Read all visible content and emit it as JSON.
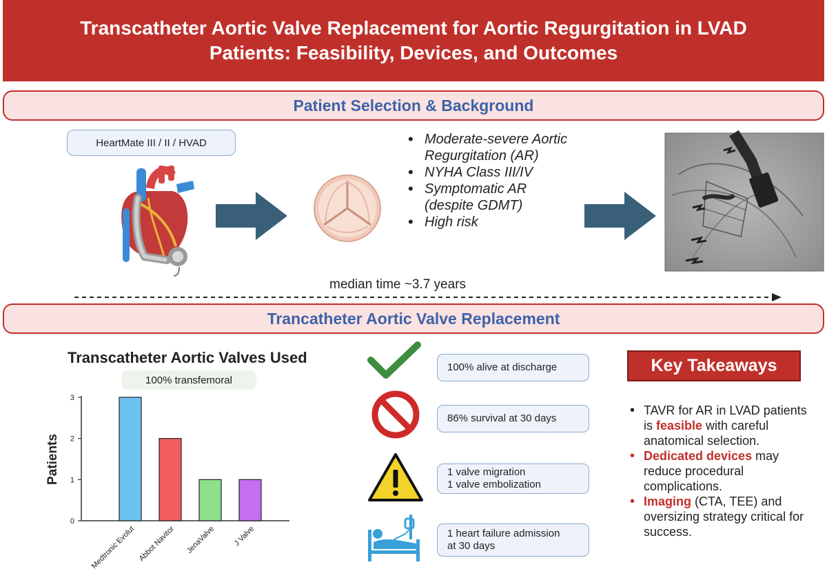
{
  "title": {
    "line1": "Transcatheter Aortic Valve Replacement for Aortic Regurgitation in LVAD",
    "line2": "Patients: Feasibility, Devices, and Outcomes"
  },
  "section1": {
    "heading": "Patient Selection & Background",
    "device_label": "HeartMate III / II / HVAD",
    "criteria": [
      "Moderate-severe Aortic Regurgitation (AR)",
      "NYHA Class III/IV",
      "Symptomatic AR (despite GDMT)",
      "High risk"
    ],
    "timeline": "median time ~3.7 years"
  },
  "section2": {
    "heading": "Trancatheter Aortic Valve Replacement"
  },
  "chart_data": {
    "type": "bar",
    "title": "Transcatheter Aortic Valves Used",
    "subtitle": "100% transfemoral",
    "ylabel": "Patients",
    "categories": [
      "Medtronic Evolut",
      "Abbot Navitor",
      "JenaValve",
      "J Valve"
    ],
    "values": [
      3,
      2,
      1,
      1
    ],
    "colors": [
      "#6ec2f2",
      "#f25e5e",
      "#8ee08e",
      "#c46ef0"
    ],
    "ylim": [
      0,
      3
    ],
    "yticks": [
      "0",
      "1",
      "2",
      "3"
    ],
    "grid": false
  },
  "outcomes": [
    {
      "icon": "checkmark-icon",
      "lines": [
        "100% alive at discharge"
      ]
    },
    {
      "icon": "prohibited-icon",
      "lines": [
        "86% survival at 30 days"
      ]
    },
    {
      "icon": "warning-icon",
      "lines": [
        "1 valve migration",
        "1 valve embolization"
      ]
    },
    {
      "icon": "hospital-bed-icon",
      "lines": [
        "1 heart failure admission",
        "at 30 days"
      ]
    }
  ],
  "takeaways": {
    "heading": "Key Takeaways",
    "items": [
      {
        "pre": "TAVR for AR in LVAD patients is ",
        "highlight": "feasible",
        "post": " with careful anatomical selection."
      },
      {
        "pre": "",
        "highlight": "Dedicated devices",
        "post": " may reduce procedural complications."
      },
      {
        "pre": "",
        "highlight": "Imaging",
        "post": " (CTA, TEE) and oversizing strategy critical for success."
      }
    ]
  },
  "colors": {
    "brand_red": "#c0302b",
    "section_fill": "#fbe2e2",
    "heading_blue": "#3d63a8",
    "arrow": "#3a5f78",
    "check_green": "#3e8e3e"
  }
}
